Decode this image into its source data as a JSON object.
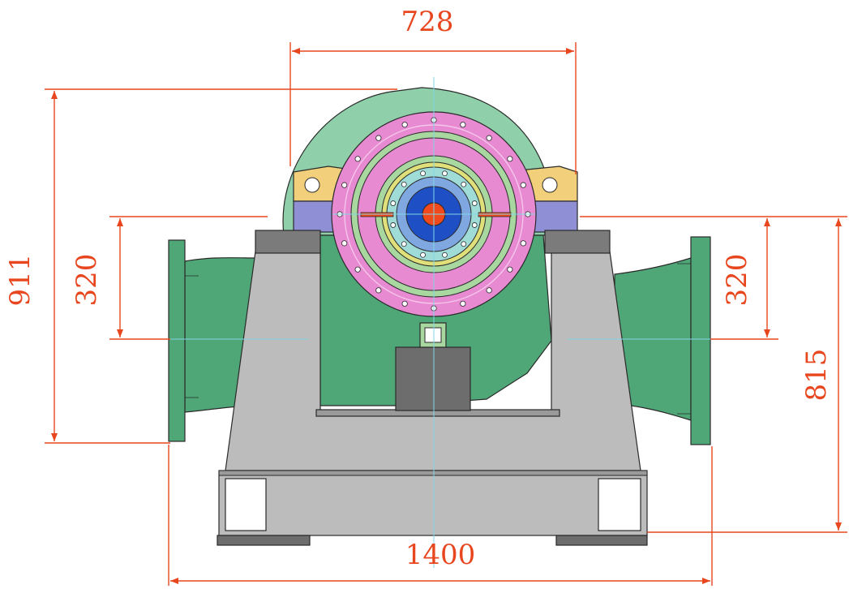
{
  "dimensions": {
    "top_width": "728",
    "overall_height": "911",
    "left_nozzle": "320",
    "right_nozzle": "320",
    "right_height": "815",
    "base_width": "1400"
  },
  "colors": {
    "dimension": "#e8461e",
    "volute": "#8fcfaa",
    "casing": "#4fa777",
    "bearing_yellow": "#f2cf7a",
    "bearing_blue": "#8f8fd6",
    "flange_pink": "#e78ad2",
    "seal_green": "#a9d7a0",
    "seal_cyan": "#9fdcd8",
    "shaft_blue": "#1f4fc4",
    "shaft_core": "#f04a1c",
    "base_gray": "#bcbcbc",
    "dark_gray": "#6d6d6d",
    "center_line": "#7fd6e6"
  }
}
